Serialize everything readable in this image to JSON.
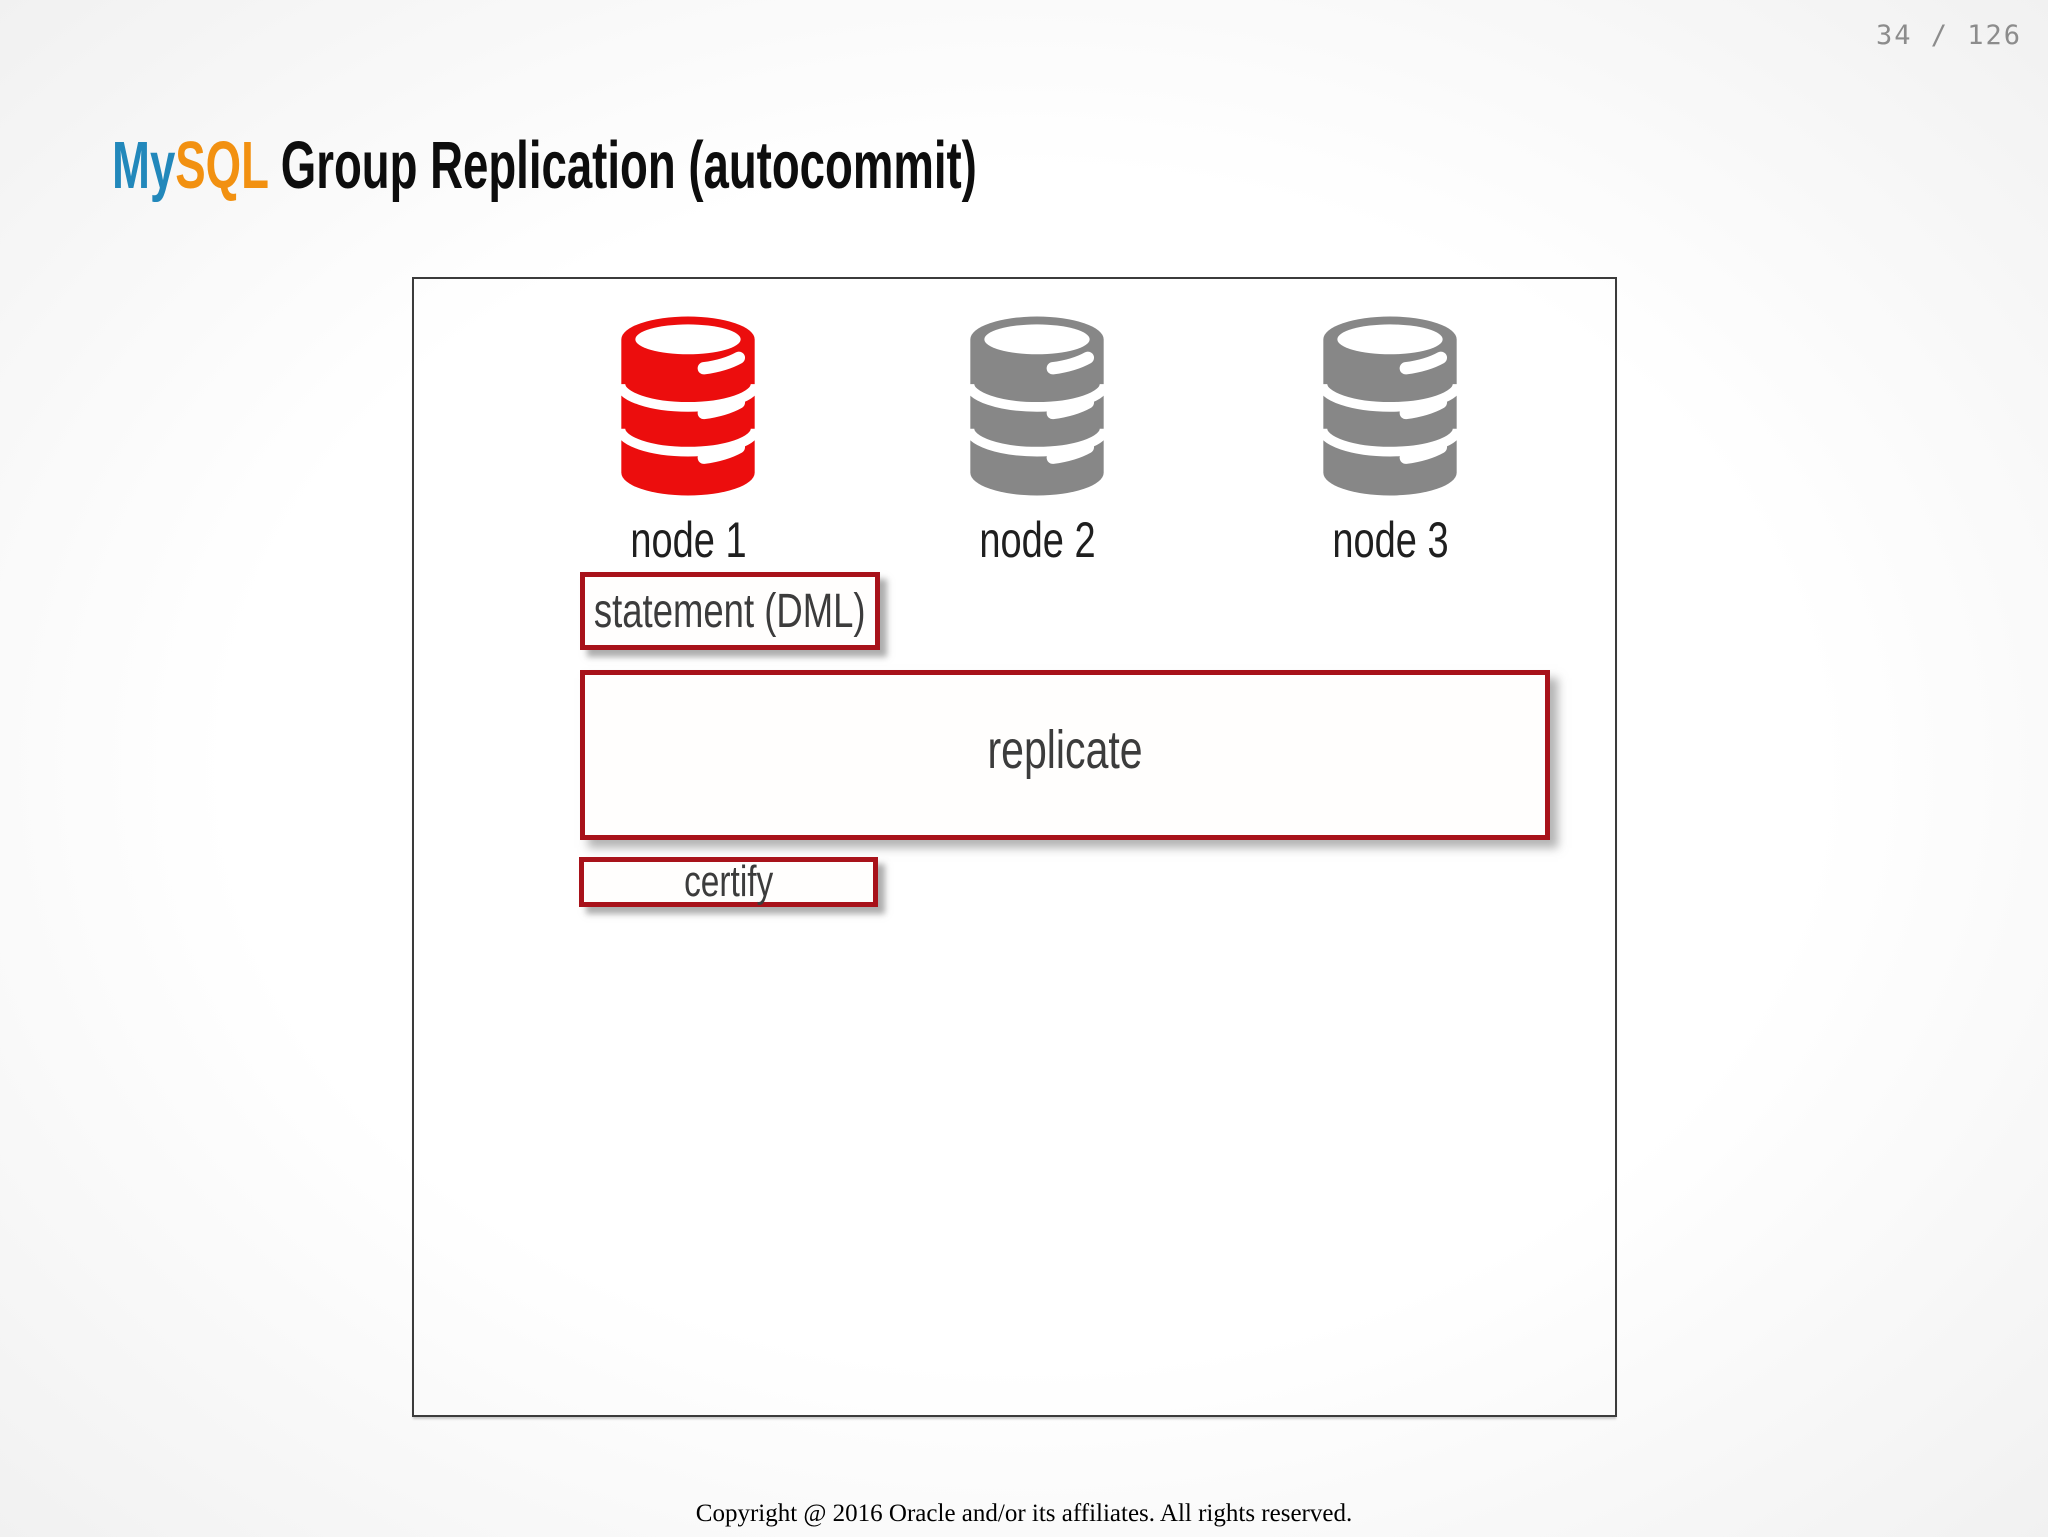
{
  "page": {
    "page_indicator": "34 / 126",
    "copyright": "Copyright @ 2016 Oracle and/or its affiliates. All rights reserved."
  },
  "title": {
    "brand_my": "My",
    "brand_sql": "SQL",
    "rest": " Group Replication (autocommit)"
  },
  "colors": {
    "brand_my_blue": "#2288BB",
    "brand_sql_orange": "#F29111",
    "active_node_red": "#EC0D0D",
    "inactive_node_gray": "#878787",
    "step_box_border_dark_red": "#A8121A",
    "frame_border_gray": "#3b3b3b",
    "page_number_gray": "#8c8c8c"
  },
  "diagram": {
    "nodes": [
      {
        "label": "node 1",
        "icon": "database-icon",
        "color": "#EC0D0D"
      },
      {
        "label": "node 2",
        "icon": "database-icon",
        "color": "#878787"
      },
      {
        "label": "node 3",
        "icon": "database-icon",
        "color": "#878787"
      }
    ],
    "steps": [
      {
        "label": "statement (DML)"
      },
      {
        "label": "replicate"
      },
      {
        "label": "certify"
      }
    ]
  }
}
